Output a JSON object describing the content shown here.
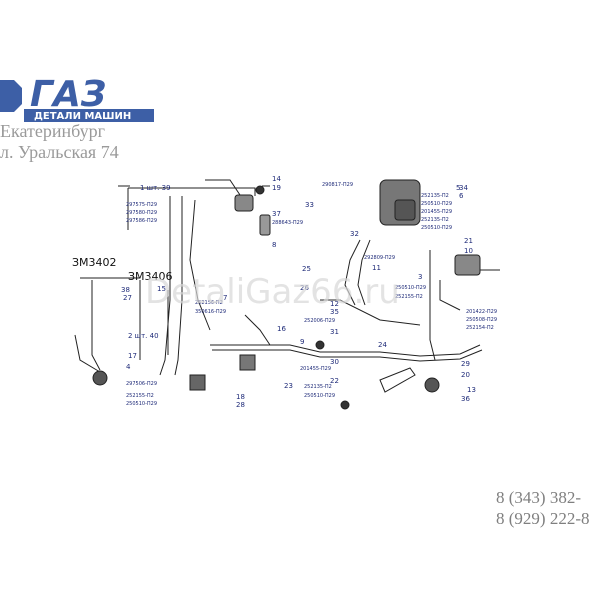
{
  "brand": {
    "logo_text": "ГАЗ",
    "logo_subtext": "ДЕТАЛИ МАШИН",
    "city": "Екатеринбург",
    "address": "л. Уральская 74",
    "accent_color": "#3d5fa6"
  },
  "watermark": "DetaliGaz66.ru",
  "contacts": {
    "phone1": "8 (343) 382-",
    "phone2": "8 (929) 222-8"
  },
  "diagram": {
    "engine_labels": [
      "ЗМ3402",
      "ЗМ3406"
    ],
    "callouts": [
      "1 шт. 39",
      "2 шт. 40",
      "3",
      "4",
      "5",
      "6",
      "7",
      "8",
      "9",
      "10",
      "11",
      "12",
      "13",
      "14",
      "15",
      "16",
      "17",
      "18",
      "19",
      "20",
      "21",
      "22",
      "23",
      "24",
      "25",
      "26",
      "27",
      "28",
      "29",
      "30",
      "31",
      "32",
      "33",
      "34",
      "35",
      "36",
      "37",
      "38"
    ],
    "part_numbers": [
      "297575-П29",
      "297580-П29",
      "297586-П29",
      "252155-П2",
      "250510-П29",
      "297506-П29",
      "252156-П2",
      "350616-П29",
      "290817-П29",
      "288643-П29",
      "292809-П29",
      "252006-П29",
      "201455-П29",
      "252135-П2",
      "250510-П29",
      "252135-П2",
      "250510-П29",
      "201455-П29",
      "252135-П2",
      "250510-П29",
      "250510-П29",
      "252155-П2",
      "201422-П29",
      "250508-П29",
      "252154-П2"
    ]
  }
}
